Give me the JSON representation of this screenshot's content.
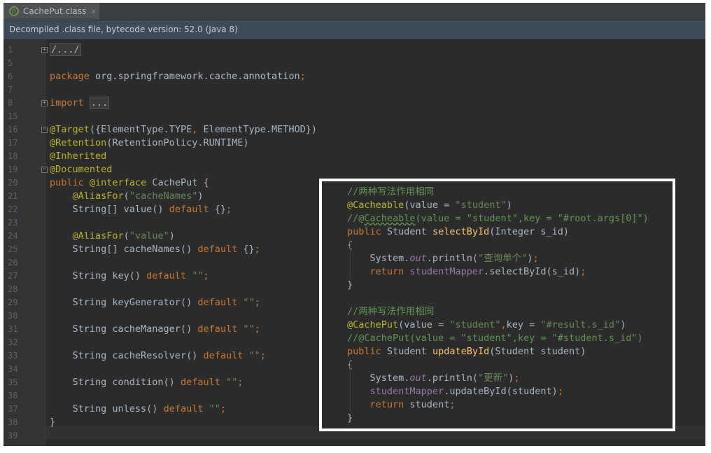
{
  "tab": {
    "title": "CachePut.class",
    "icon": "class-file-icon",
    "close": "×"
  },
  "infobar": {
    "text": "Decompiled .class file, bytecode version: 52.0 (Java 8)"
  },
  "lines": [
    {
      "n": "1",
      "t": "/.../"
    },
    {
      "n": "5",
      "t": ""
    },
    {
      "n": "6",
      "t": "package org.springframework.cache.annotation;"
    },
    {
      "n": "7",
      "t": ""
    },
    {
      "n": "8",
      "t": "import ..."
    },
    {
      "n": "15",
      "t": ""
    },
    {
      "n": "16",
      "t": "@Target({ElementType.TYPE, ElementType.METHOD})"
    },
    {
      "n": "17",
      "t": "@Retention(RetentionPolicy.RUNTIME)"
    },
    {
      "n": "18",
      "t": "@Inherited"
    },
    {
      "n": "19",
      "t": "@Documented"
    },
    {
      "n": "20",
      "t": "public @interface CachePut {"
    },
    {
      "n": "21",
      "t": "    @AliasFor(\"cacheNames\")"
    },
    {
      "n": "22",
      "t": "    String[] value() default {};"
    },
    {
      "n": "23",
      "t": ""
    },
    {
      "n": "24",
      "t": "    @AliasFor(\"value\")"
    },
    {
      "n": "25",
      "t": "    String[] cacheNames() default {};"
    },
    {
      "n": "26",
      "t": ""
    },
    {
      "n": "27",
      "t": "    String key() default \"\";"
    },
    {
      "n": "28",
      "t": ""
    },
    {
      "n": "29",
      "t": "    String keyGenerator() default \"\";"
    },
    {
      "n": "30",
      "t": ""
    },
    {
      "n": "31",
      "t": "    String cacheManager() default \"\";"
    },
    {
      "n": "32",
      "t": ""
    },
    {
      "n": "33",
      "t": "    String cacheResolver() default \"\";"
    },
    {
      "n": "34",
      "t": ""
    },
    {
      "n": "35",
      "t": "    String condition() default \"\";"
    },
    {
      "n": "36",
      "t": ""
    },
    {
      "n": "37",
      "t": "    String unless() default \"\";"
    },
    {
      "n": "38",
      "t": "}"
    },
    {
      "n": "39",
      "t": ""
    }
  ],
  "overlay": {
    "lines": [
      "//两种写法作用相同",
      "@Cacheable(value = \"student\")",
      "//@Cacheable(value = \"student\",key = \"#root.args[0]\")",
      "public Student selectById(Integer s_id)",
      "{",
      "    System.out.println(\"查询单个\");",
      "    return studentMapper.selectById(s_id);",
      "}",
      "",
      "//两种写法作用相同",
      "@CachePut(value = \"student\",key = \"#result.s_id\")",
      "//@CachePut(value = \"student\",key = \"#student.s_id\")",
      "public Student updateById(Student student)",
      "{",
      "    System.out.println(\"更新\");",
      "    studentMapper.updateById(student);",
      "    return student;",
      "}"
    ]
  },
  "colors": {
    "background": "#2b2b2b",
    "keyword": "#cc7832",
    "annotation": "#bbb529",
    "string": "#6a8759",
    "comment": "#629755",
    "method": "#ffc66d",
    "field": "#9876aa",
    "text": "#a9b7c6"
  }
}
